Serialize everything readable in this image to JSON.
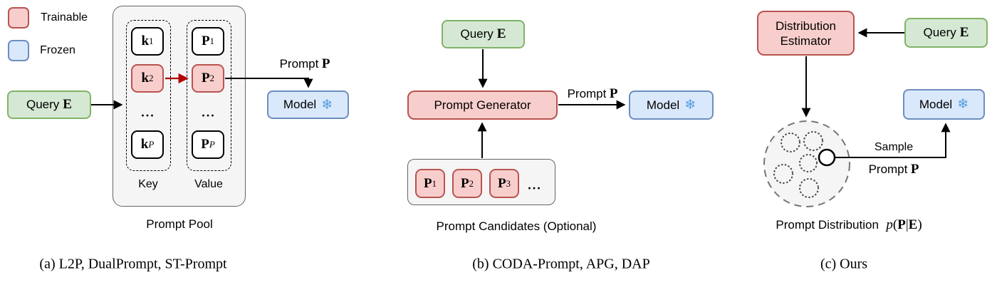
{
  "colors": {
    "trainable_fill": "#f8cecc",
    "trainable_stroke": "#b85450",
    "frozen_fill": "#dae8fc",
    "frozen_stroke": "#6c8ebf",
    "query_fill": "#d5e8d4",
    "query_stroke": "#82b366",
    "container_fill": "#f5f5f5",
    "container_stroke": "#666666",
    "arrow_black": "#000000",
    "arrow_red": "#b20000",
    "snowflake_blue": "#4f9ce0"
  },
  "legend": {
    "trainable_label": "Trainable",
    "frozen_label": "Frozen"
  },
  "shared": {
    "query_text": "Query",
    "query_math": "E",
    "model_text": "Model",
    "snowflake_glyph": "❄",
    "prompt_label_text": "Prompt",
    "prompt_label_math": "P",
    "ellipsis": "..."
  },
  "panel_a": {
    "caption": "(a) L2P, DualPrompt, ST-Prompt",
    "pool_label": "Prompt Pool",
    "key_label": "Key",
    "value_label": "Value",
    "keys": [
      {
        "base": "k",
        "sub": "1",
        "trainable": false
      },
      {
        "base": "k",
        "sub": "2",
        "trainable": true
      },
      {
        "base": "k",
        "sub": "P",
        "trainable": false
      }
    ],
    "values": [
      {
        "base": "P",
        "sub": "1",
        "trainable": false
      },
      {
        "base": "P",
        "sub": "2",
        "trainable": true
      },
      {
        "base": "P",
        "sub": "P",
        "trainable": false
      }
    ]
  },
  "panel_b": {
    "caption": "(b) CODA-Prompt, APG, DAP",
    "generator_label": "Prompt Generator",
    "candidates_label": "Prompt Candidates (Optional)",
    "candidates": [
      {
        "base": "P",
        "sub": "1",
        "trainable": true
      },
      {
        "base": "P",
        "sub": "2",
        "trainable": true
      },
      {
        "base": "P",
        "sub": "3",
        "trainable": true
      }
    ]
  },
  "panel_c": {
    "caption": "(c) Ours",
    "estimator_line1": "Distribution",
    "estimator_line2": "Estimator",
    "sample_label": "Sample",
    "distribution_label": "Prompt Distribution",
    "distribution_math": {
      "func": "p",
      "open": "(",
      "arg1": "P",
      "bar": "|",
      "arg2": "E",
      "close": ")"
    }
  }
}
